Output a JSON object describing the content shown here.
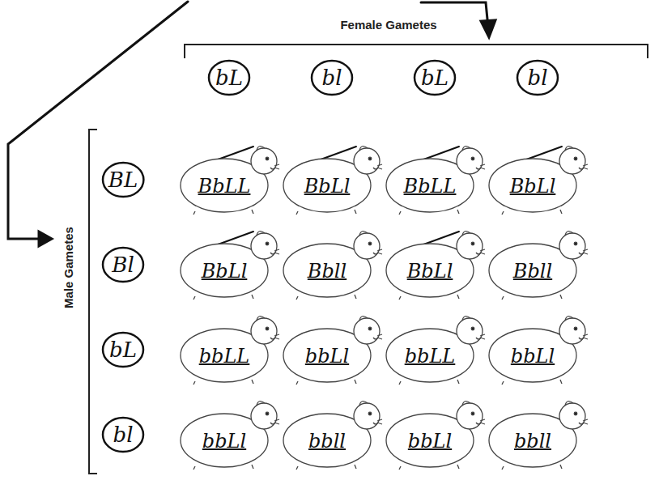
{
  "diagram": {
    "nodes": [
      {
        "text": [
          "bL"
        ]
      },
      {
        "text": [
          "bl"
        ]
      },
      {
        "text": [
          "bL"
        ]
      },
      {
        "text": [
          "bl"
        ]
      },
      {
        "text": [
          "BL"
        ]
      },
      {
        "text": [
          "BbLL"
        ]
      },
      {
        "text": [
          "BbLl"
        ]
      },
      {
        "text": [
          "BbLL"
        ]
      },
      {
        "text": [
          "BbLl"
        ]
      },
      {
        "text": [
          "Bl"
        ]
      },
      {
        "text": [
          "BbLl"
        ]
      },
      {
        "text": [
          "Bbll"
        ]
      },
      {
        "text": [
          "BbLl"
        ]
      },
      {
        "text": [
          "Bbll"
        ]
      },
      {
        "text": [
          "bL"
        ]
      },
      {
        "text": [
          "bbLL"
        ]
      },
      {
        "text": [
          "bbLl"
        ]
      },
      {
        "text": [
          "bbLL"
        ]
      },
      {
        "text": [
          "bbLl"
        ]
      },
      {
        "text": [
          "bl"
        ]
      },
      {
        "text": [
          "bbLl"
        ]
      },
      {
        "text": [
          "bbll"
        ]
      },
      {
        "text": [
          "bbLl"
        ]
      },
      {
        "text": [
          "bbll"
        ]
      }
    ],
    "labels": [
      "Female Gametes",
      "Male Gametes"
    ]
  }
}
